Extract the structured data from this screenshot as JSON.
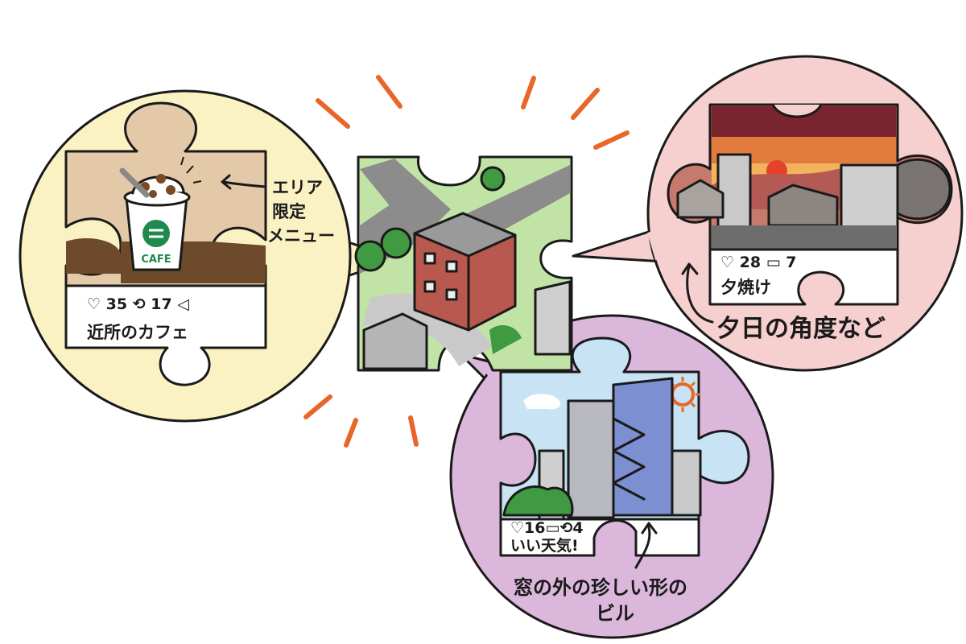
{
  "cafe_post": {
    "likes": "35",
    "reposts": "17",
    "caption": "近所のカフェ",
    "cup_label": "CAFE"
  },
  "annotation_cafe": [
    "エリア",
    "限定",
    "メニュー"
  ],
  "sunset_post": {
    "likes": "28",
    "comments": "7",
    "caption": "夕焼け"
  },
  "annotation_sunset": "夕日の角度など",
  "building_post": {
    "likes": "16",
    "reposts": "4",
    "caption": "いい天気!"
  },
  "annotation_building": [
    "窓の外の珍しい形の",
    "ビル"
  ],
  "colors": {
    "cafe_bubble": "#fbf2c4",
    "sunset_bubble": "#f6cfcf",
    "building_bubble": "#dcb7dc",
    "accent_rays": "#e8662a"
  }
}
